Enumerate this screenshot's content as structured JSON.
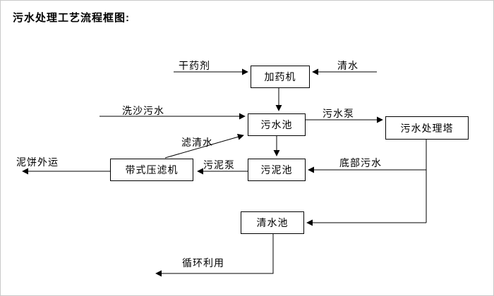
{
  "title": "污水处理工艺流程框图:",
  "nodes": {
    "dosing_machine": "加药机",
    "sewage_pool": "污水池",
    "treatment_tower": "污水处理塔",
    "sludge_pool": "污泥池",
    "belt_filter_press": "带式压滤机",
    "clean_water_pool": "清水池"
  },
  "labels": {
    "dry_chemical": "干药剂",
    "clean_water": "清水",
    "sand_washing_sewage": "洗沙污水",
    "sewage_pump": "污水泵",
    "filtered_water": "滤清水",
    "sludge_pump": "污泥泵",
    "bottom_sewage": "底部污水",
    "mud_cake_out": "泥饼外运",
    "recycling": "循环利用"
  },
  "edges": [
    {
      "from": "干药剂",
      "to": "加药机",
      "label": "干药剂"
    },
    {
      "from": "清水",
      "to": "加药机",
      "label": "清水"
    },
    {
      "from": "加药机",
      "to": "污水池",
      "label": ""
    },
    {
      "from": "洗沙污水",
      "to": "污水池",
      "label": "洗沙污水"
    },
    {
      "from": "污水池",
      "to": "污水处理塔",
      "label": "污水泵"
    },
    {
      "from": "污水池",
      "to": "污泥池",
      "label": ""
    },
    {
      "from": "带式压滤机",
      "to": "污水池",
      "label": "滤清水"
    },
    {
      "from": "污泥池",
      "to": "带式压滤机",
      "label": "污泥泵"
    },
    {
      "from": "带式压滤机",
      "to": "泥饼外运",
      "label": "泥饼外运"
    },
    {
      "from": "污水处理塔",
      "to": "污泥池",
      "label": "底部污水"
    },
    {
      "from": "污水处理塔",
      "to": "清水池",
      "label": ""
    },
    {
      "from": "清水池",
      "to": "循环利用",
      "label": "循环利用"
    }
  ]
}
